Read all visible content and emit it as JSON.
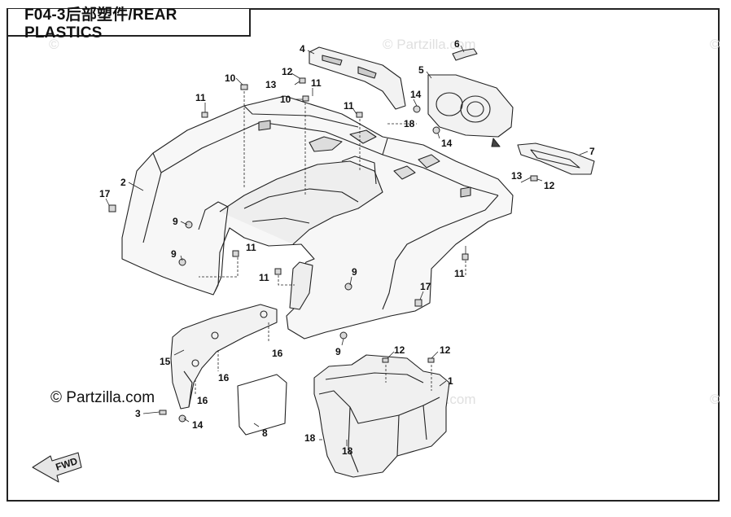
{
  "title": "F04-3后部塑件/REAR PLASTICS",
  "copyright": "© Partzilla.com",
  "watermark": "© Partzilla.com",
  "watermark_mark": "©",
  "fwd_label": "FWD",
  "callouts": [
    {
      "id": "c2",
      "text": "2"
    },
    {
      "id": "c4",
      "text": "4"
    },
    {
      "id": "c5",
      "text": "5"
    },
    {
      "id": "c6",
      "text": "6"
    },
    {
      "id": "c7",
      "text": "7"
    },
    {
      "id": "c10a",
      "text": "10"
    },
    {
      "id": "c10b",
      "text": "10"
    },
    {
      "id": "c12a",
      "text": "12"
    },
    {
      "id": "c13a",
      "text": "13"
    },
    {
      "id": "c11a",
      "text": "11"
    },
    {
      "id": "c11b",
      "text": "11"
    },
    {
      "id": "c11c",
      "text": "11"
    },
    {
      "id": "c18a",
      "text": "18"
    },
    {
      "id": "c14a",
      "text": "14"
    },
    {
      "id": "c14b",
      "text": "14"
    },
    {
      "id": "c13b",
      "text": "13"
    },
    {
      "id": "c12b",
      "text": "12"
    },
    {
      "id": "c17a",
      "text": "17"
    },
    {
      "id": "c9a",
      "text": "9"
    },
    {
      "id": "c9b",
      "text": "9"
    },
    {
      "id": "c11d",
      "text": "11"
    },
    {
      "id": "c11e",
      "text": "11"
    },
    {
      "id": "c11f",
      "text": "11"
    },
    {
      "id": "c9c",
      "text": "9"
    },
    {
      "id": "c17b",
      "text": "17"
    },
    {
      "id": "c9d",
      "text": "9"
    },
    {
      "id": "c12c",
      "text": "12"
    },
    {
      "id": "c12d",
      "text": "12"
    },
    {
      "id": "c1",
      "text": "1"
    },
    {
      "id": "c15",
      "text": "15"
    },
    {
      "id": "c16a",
      "text": "16"
    },
    {
      "id": "c16b",
      "text": "16"
    },
    {
      "id": "c16c",
      "text": "16"
    },
    {
      "id": "c3",
      "text": "3"
    },
    {
      "id": "c14c",
      "text": "14"
    },
    {
      "id": "c8",
      "text": "8"
    },
    {
      "id": "c18b",
      "text": "18"
    },
    {
      "id": "c18c",
      "text": "18"
    }
  ]
}
